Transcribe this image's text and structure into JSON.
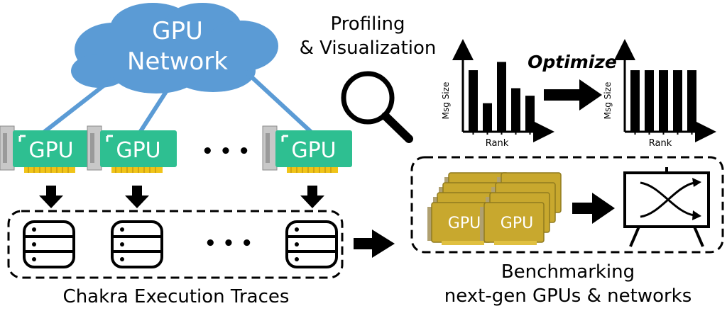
{
  "cloud": {
    "line1": "GPU",
    "line2": "Network"
  },
  "gpu_card_label": "GPU",
  "ellipsis": "• • •",
  "profiling": {
    "line1": "Profiling",
    "line2": "& Visualization"
  },
  "optimize_label": "Optimize",
  "traces_label": "Chakra Execution Traces",
  "benchmark": {
    "line1": "Benchmarking",
    "line2": "next-gen GPUs & networks"
  },
  "charts": [
    {
      "type": "bar",
      "xlabel": "Rank",
      "ylabel": "Msg Size",
      "values": [
        0.82,
        0.38,
        0.93,
        0.58,
        0.48
      ],
      "ylim": [
        0,
        1
      ]
    },
    {
      "type": "bar",
      "xlabel": "Rank",
      "ylabel": "Msg Size",
      "values": [
        0.82,
        0.82,
        0.82,
        0.82,
        0.82
      ],
      "ylim": [
        0,
        1
      ]
    }
  ],
  "colors": {
    "cloud": "#5b9bd5",
    "network_link": "#5b9bd5",
    "gpu_card": "#2ebf91",
    "gpu_pins": "#f0c419",
    "gpu_bracket": "#b8b8b8",
    "next_gen_gpu": "#c8a82e"
  }
}
